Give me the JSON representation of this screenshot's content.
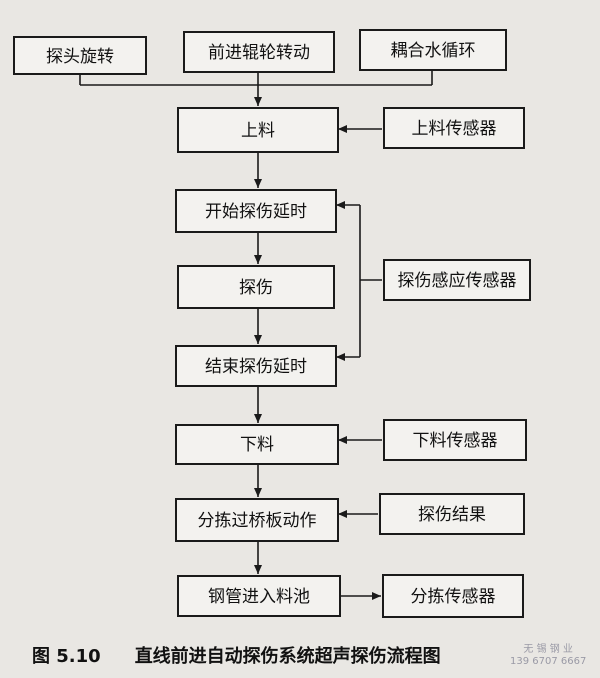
{
  "diagram": {
    "top_inputs": [
      "探头旋转",
      "前进辊轮转动",
      "耦合水循环"
    ],
    "steps": [
      "上料",
      "开始探伤延时",
      "探伤",
      "结束探伤延时",
      "下料",
      "分拣过桥板动作",
      "钢管进入料池"
    ],
    "signals": [
      "上料传感器",
      "探伤感应传感器",
      "下料传感器",
      "探伤结果",
      "分拣传感器"
    ]
  },
  "caption": {
    "figure_number": "图 5.10",
    "title": "直线前进自动探伤系统超声探伤流程图"
  },
  "watermark": {
    "name": "无 锡 钢 业",
    "phone": "139 6707 6667"
  }
}
